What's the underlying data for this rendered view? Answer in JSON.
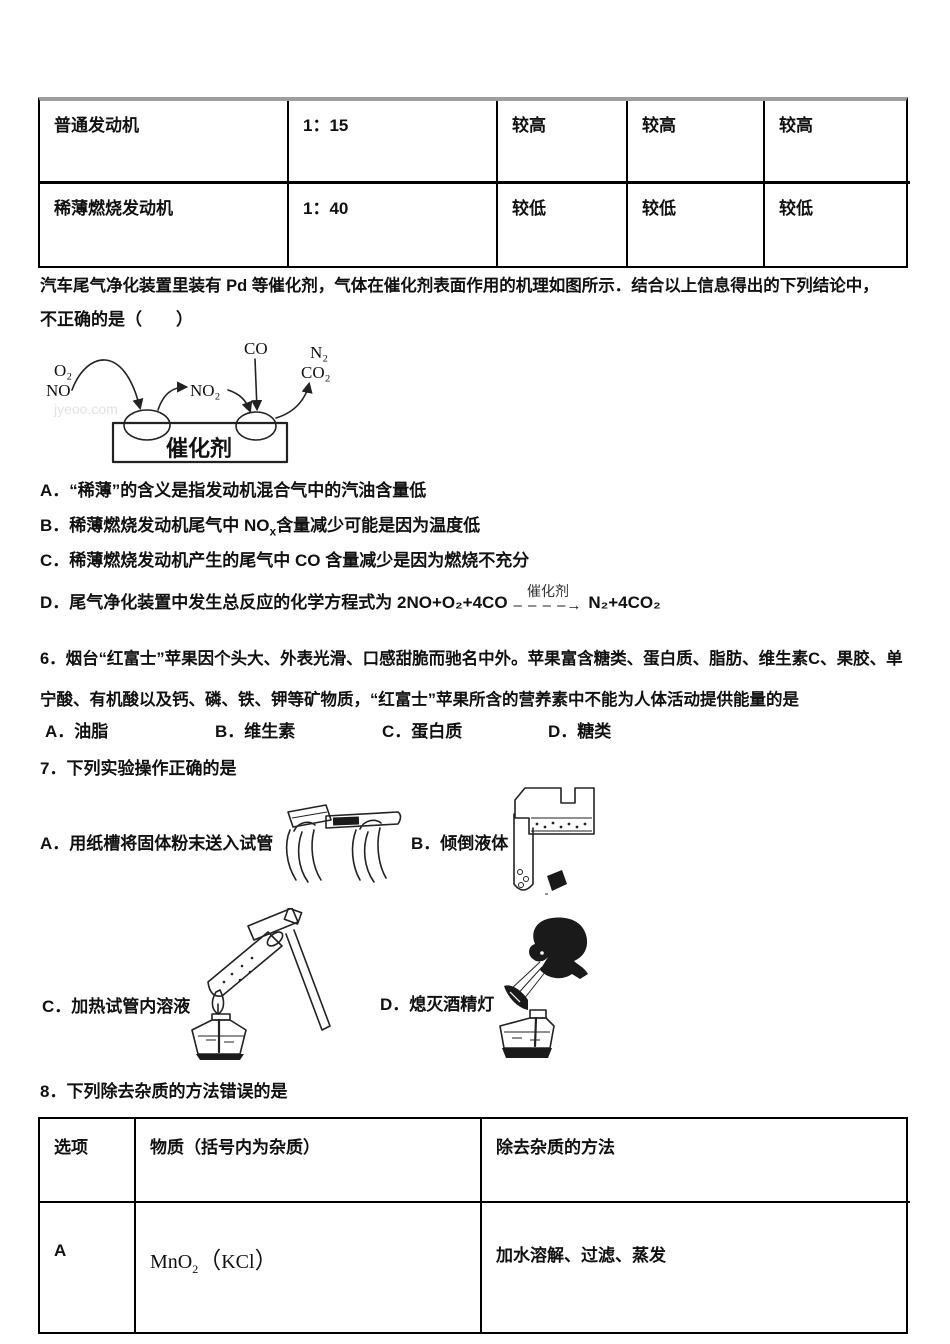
{
  "engine_table": {
    "rows": [
      [
        "普通发动机",
        "1：15",
        "较高",
        "较高",
        "较高"
      ],
      [
        "稀薄燃烧发动机",
        "1：40",
        "较低",
        "较低",
        "较低"
      ]
    ]
  },
  "q5": {
    "intro_line1": "汽车尾气净化装置里装有 Pd 等催化剂，气体在催化剂表面作用的机理如图所示．结合以上信息得出的下列结论中，",
    "intro_line2": "不正确的是（　　）",
    "diagram": {
      "o2": "O₂",
      "no": "NO",
      "no2": "NO₂",
      "co": "CO",
      "n2": "N₂",
      "co2": "CO₂",
      "catalyst_box": "催化剂",
      "watermark": "jyeoo.com"
    },
    "option_a": "A．“稀薄”的含义是指发动机混合气中的汽油含量低",
    "option_b_prefix": "B．稀薄燃烧发动机尾气中 NO",
    "option_b_subscript": "x",
    "option_b_suffix": "含量减少可能是因为温度低",
    "option_c": "C．稀薄燃烧发动机产生的尾气中 CO 含量减少是因为燃烧不充分",
    "option_d_prefix": "D．尾气净化装置中发生总反应的化学方程式为 2NO+O₂+4CO",
    "equation_catalyst": "催化剂",
    "equation_arrow_dashes": "– – – –→",
    "equation_product": "N₂+4CO₂"
  },
  "q6": {
    "line1": "6．烟台“红富士”苹果因个头大、外表光滑、口感甜脆而驰名中外。苹果富含糖类、蛋白质、脂肪、维生素C、果胶、单",
    "line2": "宁酸、有机酸以及钙、磷、铁、钾等矿物质，“红富士”苹果所含的营养素中不能为人体活动提供能量的是",
    "options": [
      "A．油脂",
      "B．维生素",
      "C．蛋白质",
      "D．糖类"
    ]
  },
  "q7": {
    "title": "7．下列实验操作正确的是",
    "option_a": "A．用纸槽将固体粉末送入试管",
    "option_b": "B．倾倒液体",
    "option_c": "C．加热试管内溶液",
    "option_d": "D．熄灭酒精灯",
    "illustrations": {
      "a": "hands-holding-horizontal-test-tube-with-paper-trough",
      "b": "pouring-liquid-from-reagent-bottle-into-test-tube",
      "c": "heating-test-tube-over-alcohol-lamp",
      "d": "person-blowing-out-alcohol-lamp"
    }
  },
  "q8": {
    "title": "8．下列除去杂质的方法错误的是",
    "table": {
      "headers": [
        "选项",
        "物质（括号内为杂质）",
        "除去杂质的方法"
      ],
      "row_a": {
        "option": "A",
        "substance_formula": "MnO",
        "substance_formula_sub": "2",
        "paren_open": "（",
        "substance_impurity": "KCl",
        "paren_close": "）",
        "method": "加水溶解、过滤、蒸发"
      }
    }
  }
}
